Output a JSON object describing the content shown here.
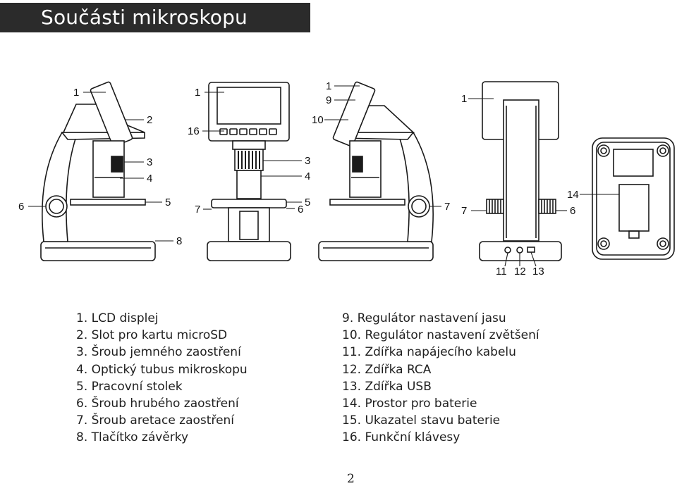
{
  "title": "Součásti mikroskopu",
  "callouts": {
    "v1": [
      "1",
      "2",
      "3",
      "4",
      "5",
      "6",
      "8"
    ],
    "v2": [
      "1",
      "16",
      "3",
      "4",
      "5",
      "6",
      "7"
    ],
    "v3": [
      "1",
      "9",
      "10",
      "7"
    ],
    "v4": [
      "1",
      "7",
      "6",
      "11",
      "12",
      "13"
    ],
    "v5": [
      "14"
    ]
  },
  "legend_left": [
    "1. LCD displej",
    "2. Slot pro kartu microSD",
    "3. Šroub jemného zaostření",
    "4. Optický tubus mikroskopu",
    "5. Pracovní stolek",
    "6. Šroub hrubého zaostření",
    "7. Šroub aretace zaostření",
    "8. Tlačítko závěrky"
  ],
  "legend_right": [
    "9. Regulátor nastavení jasu",
    "10. Regulátor nastavení zvětšení",
    "11. Zdířka napájecího kabelu",
    "12. Zdířka RCA",
    "13. Zdířka USB",
    "14. Prostor pro baterie",
    "15. Ukazatel stavu baterie",
    "16. Funkční klávesy"
  ],
  "page_number": "2"
}
